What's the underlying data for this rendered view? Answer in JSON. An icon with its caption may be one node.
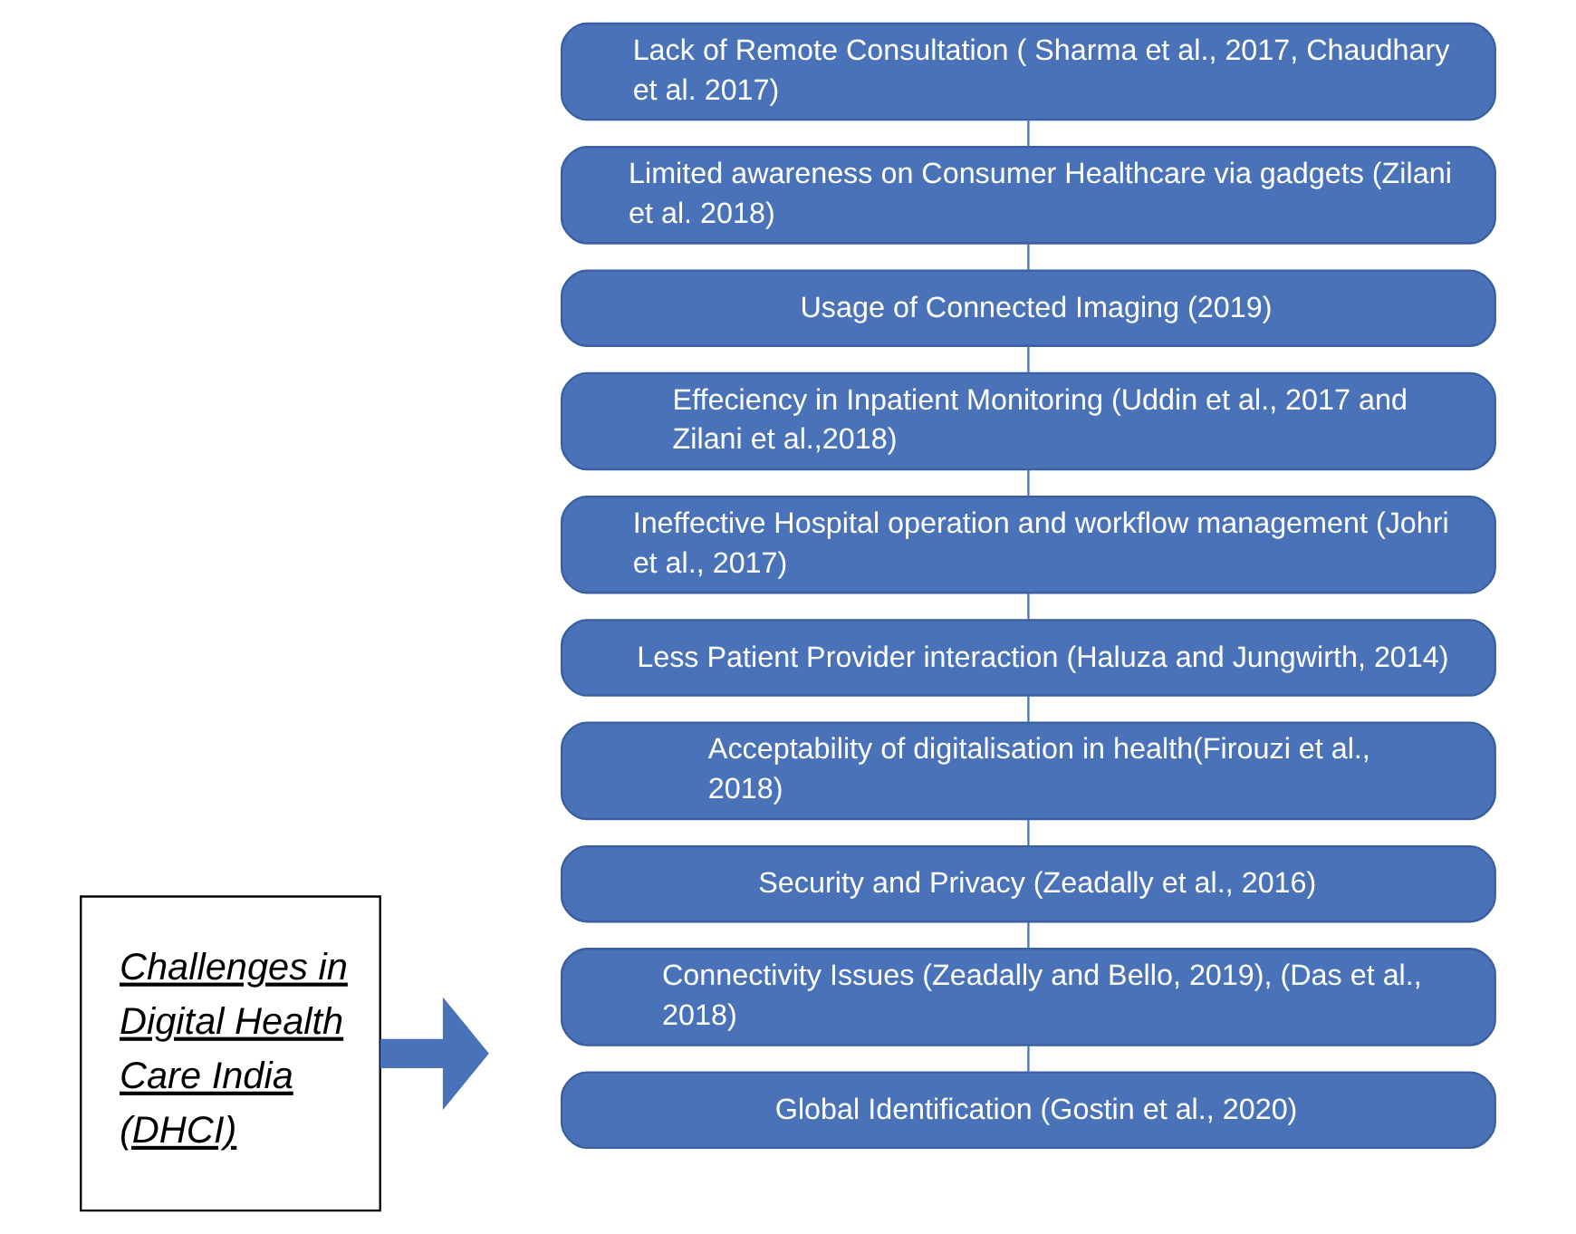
{
  "diagram": {
    "nodes": [
      {
        "text": [
          "Challenges in Digital Health Care India (DHCI)"
        ]
      },
      {
        "text": [
          "Lack of Remote Consultation ( Sharma et al., 2017, Chaudhary et al. 2017)"
        ]
      },
      {
        "text": [
          "Limited awareness on Consumer Healthcare via gadgets (Zilani et al. 2018)"
        ]
      },
      {
        "text": [
          "Usage of Connected Imaging (2019)"
        ]
      },
      {
        "text": [
          "Effeciency in Inpatient Monitoring (Uddin et al., 2017 and Zilani et al.,2018)"
        ]
      },
      {
        "text": [
          "Ineffective Hospital operation and workflow management (Johri et al., 2017)"
        ]
      },
      {
        "text": [
          "Less Patient Provider interaction (Haluza and Jungwirth, 2014)"
        ]
      },
      {
        "text": [
          "Acceptability of digitalisation in health(Firouzi et al., 2018)"
        ]
      },
      {
        "text": [
          "Security and Privacy (Zeadally et al., 2016)"
        ]
      },
      {
        "text": [
          "Connectivity Issues (Zeadally and Bello, 2019), (Das et al., 2018)"
        ]
      },
      {
        "text": [
          "Global Identification (Gostin et al., 2020)"
        ]
      }
    ],
    "edges": [
      {
        "from": 0,
        "to": null,
        "arrow": "to",
        "style": "thick",
        "color": "#4a72b8"
      },
      {
        "from": 1,
        "to": 2,
        "arrow": "none"
      },
      {
        "from": 2,
        "to": 3,
        "arrow": "none"
      },
      {
        "from": 3,
        "to": 4,
        "arrow": "none"
      },
      {
        "from": 4,
        "to": 5,
        "arrow": "none"
      },
      {
        "from": 5,
        "to": 6,
        "arrow": "none"
      },
      {
        "from": 6,
        "to": 7,
        "arrow": "none"
      },
      {
        "from": 7,
        "to": 8,
        "arrow": "none"
      },
      {
        "from": 8,
        "to": 9,
        "arrow": "none"
      },
      {
        "from": 9,
        "to": 10,
        "arrow": "none"
      }
    ]
  }
}
